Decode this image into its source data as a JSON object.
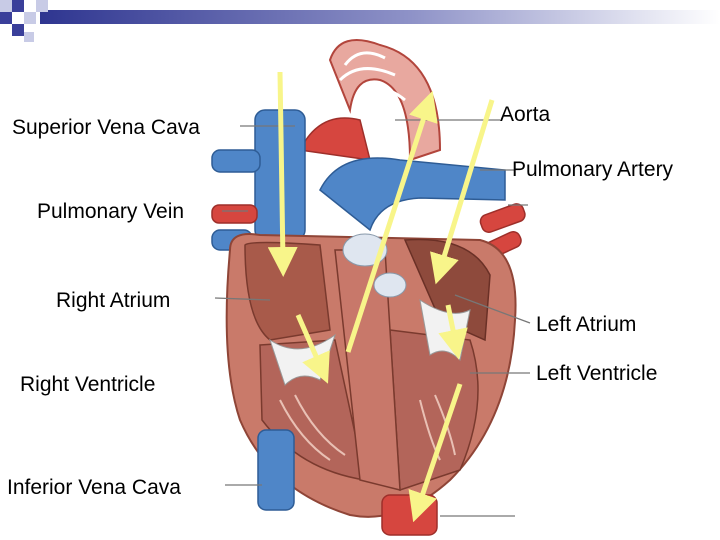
{
  "slide": {
    "labels": {
      "superior_vena_cava": "Superior Vena Cava",
      "aorta": "Aorta",
      "pulmonary_artery": "Pulmonary Artery",
      "pulmonary_vein": "Pulmonary Vein",
      "right_atrium": "Right Atrium",
      "left_atrium": "Left Atrium",
      "right_ventricle": "Right Ventricle",
      "left_ventricle": "Left Ventricle",
      "inferior_vena_cava": "Inferior Vena Cava"
    },
    "colors": {
      "accent_bar": "#3a3f9a",
      "arrow": "#f8f58a",
      "vein_blue": "#4f86c8",
      "artery_red": "#d6463f",
      "muscle": "#c97a6a"
    }
  }
}
